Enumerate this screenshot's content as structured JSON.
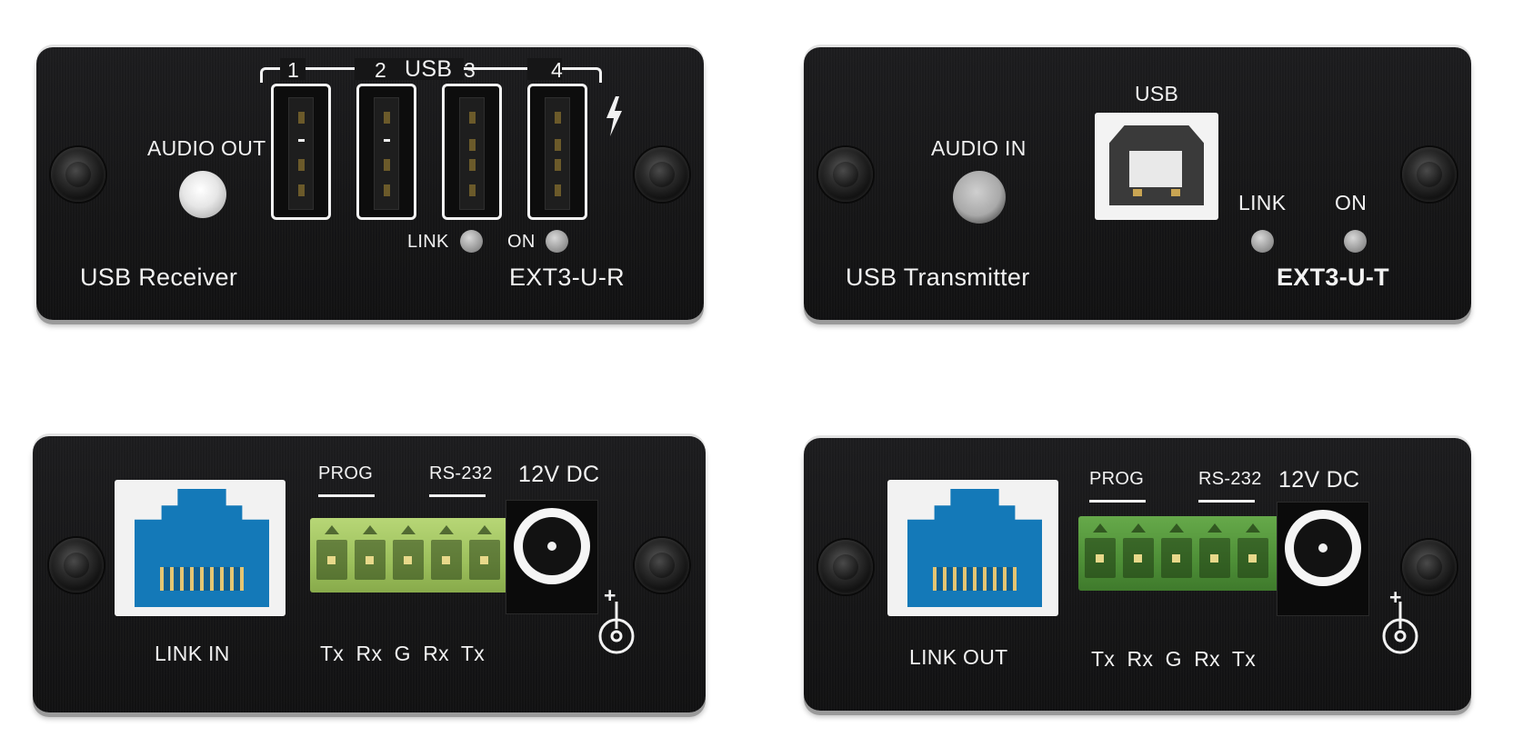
{
  "receiver_front": {
    "usb_label": "USB",
    "port_numbers": [
      "1",
      "2",
      "3",
      "4"
    ],
    "audio_label": "AUDIO OUT",
    "link_label": "LINK",
    "on_label": "ON",
    "name": "USB Receiver",
    "model": "EXT3-U-R"
  },
  "transmitter_front": {
    "usb_label": "USB",
    "audio_label": "AUDIO IN",
    "link_label": "LINK",
    "on_label": "ON",
    "name": "USB Transmitter",
    "model": "EXT3-U-T"
  },
  "receiver_rear": {
    "prog_label": "PROG",
    "rs232_label": "RS-232",
    "power_label": "12V DC",
    "link_label": "LINK IN",
    "pins_label": "Tx  Rx  G  Rx  Tx",
    "plus_label": "+"
  },
  "transmitter_rear": {
    "prog_label": "PROG",
    "rs232_label": "RS-232",
    "power_label": "12V DC",
    "link_label": "LINK OUT",
    "pins_label": "Tx  Rx  G  Rx  Tx",
    "plus_label": "+"
  },
  "colors": {
    "panel": "#161617",
    "ethernet_socket": "#1479b8",
    "terminal_block_receiver": "#9cc05c",
    "terminal_block_transmitter": "#4e8f37"
  },
  "icons": [
    "screw-icon",
    "lightning-icon",
    "power-polarity-icon"
  ]
}
